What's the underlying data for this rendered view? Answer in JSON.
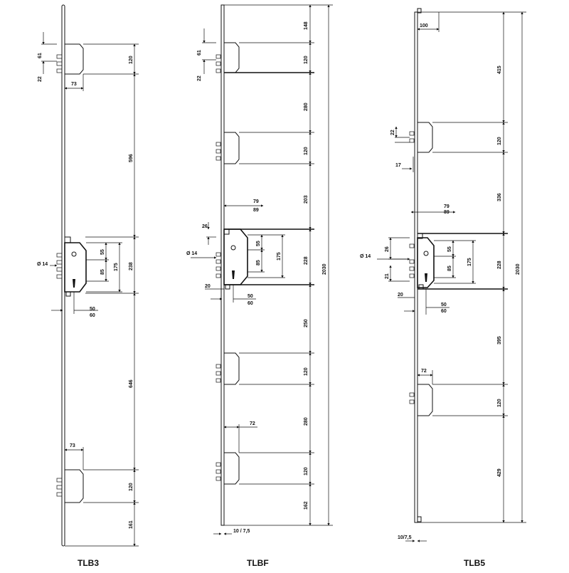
{
  "diagrams": [
    {
      "id": "tlb3",
      "title": "TLB3",
      "dims": {
        "top_spacing_a": "61",
        "top_spacing_b": "22",
        "top_plate_width": "73",
        "top_plate_height": "120",
        "gap_upper": "596",
        "lock_body_height": "238",
        "lock_inner_a": "55",
        "lock_inner_b": "85",
        "lock_inner_c": "175",
        "cylinder_hole": "Ø 14",
        "backset_a": "50",
        "backset_b": "60",
        "gap_lower": "646",
        "bottom_plate_width": "73",
        "bottom_plate_height": "120",
        "bottom_end": "161"
      }
    },
    {
      "id": "tlbf",
      "title": "TLBF",
      "dims": {
        "top_spacing_a": "61",
        "top_spacing_b": "22",
        "seg1": "148",
        "seg2": "120",
        "seg3": "280",
        "seg4": "120",
        "seg5": "203",
        "seg6": "228",
        "seg7": "250",
        "seg8": "120",
        "seg9": "280",
        "seg10": "120",
        "seg11": "162",
        "total": "2030",
        "offset_a": "79",
        "offset_b": "89",
        "lock_top": "26",
        "lock_inner_a": "55",
        "lock_inner_b": "85",
        "lock_inner_c": "175",
        "cylinder_hole": "Ø 14",
        "edge": "20",
        "backset_a": "50",
        "backset_b": "60",
        "plate_width": "72",
        "faceplate": "10 / 7,5"
      }
    },
    {
      "id": "tlb5",
      "title": "TLB5",
      "dims": {
        "top_offset": "100",
        "seg1": "415",
        "seg2": "120",
        "seg3": "336",
        "seg4": "228",
        "seg5": "395",
        "seg6": "120",
        "seg7": "429",
        "total": "2030",
        "hook_a": "22",
        "hook_b": "17",
        "offset_a": "79",
        "offset_b": "89",
        "lock_top": "26",
        "lock_inner_a": "55",
        "lock_inner_b": "85",
        "lock_inner_c": "175",
        "lock_side": "21",
        "cylinder_hole": "Ø 14",
        "edge": "20",
        "backset_a": "50",
        "backset_b": "60",
        "plate_width": "72",
        "faceplate": "10/7,5"
      }
    }
  ]
}
